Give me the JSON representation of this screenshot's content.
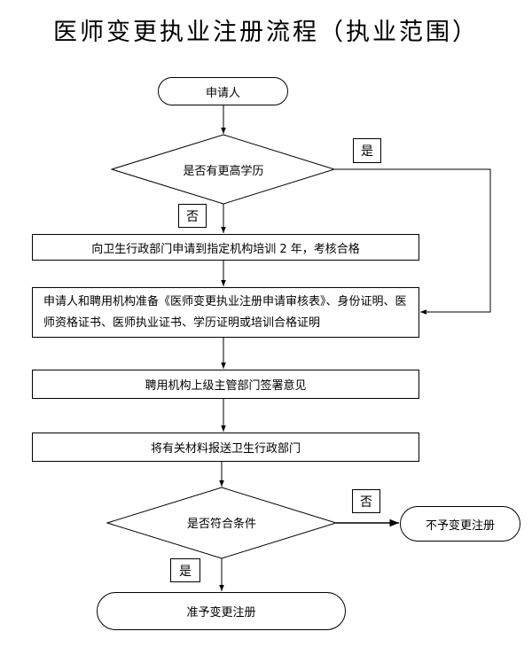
{
  "title": "医师变更执业注册流程（执业范围）",
  "nodes": {
    "start": "申请人",
    "decision_degree": "是否有更高学历",
    "train": "向卫生行政部门申请到指定机构培训 2 年，考核合格",
    "prepare": "申请人和聘用机构准备《医师变更执业注册申请审核表》、身份证明、医师资格证书、医师执业证书、学历证明或培训合格证明",
    "opinion": "聘用机构上级主管部门签署意见",
    "submit": "将有关材料报送卫生行政部门",
    "decision_ok": "是否符合条件",
    "reject": "不予变更注册",
    "approve": "准予变更注册"
  },
  "labels": {
    "yes_1": "是",
    "no_1": "否",
    "no_2": "否",
    "yes_2": "是"
  }
}
